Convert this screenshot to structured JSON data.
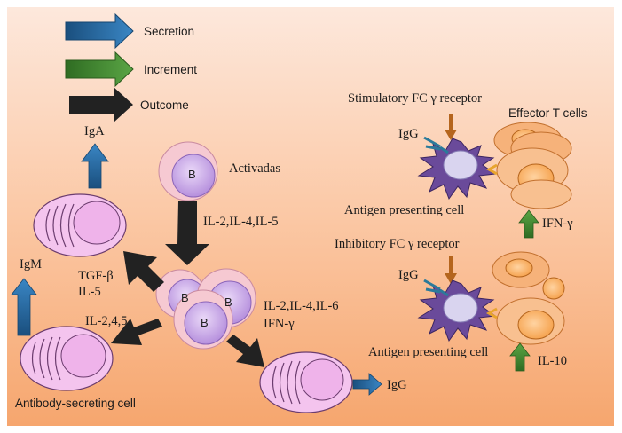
{
  "legend": {
    "secretion": "Secretion",
    "increment": "Increment",
    "outcome": "Outcome"
  },
  "labels": {
    "iga": "IgA",
    "igm": "IgM",
    "activadas": "Activadas",
    "il_245_top": "IL-2,IL-4,IL-5",
    "tgf_beta": "TGF-β",
    "il5": "IL-5",
    "il_2_4_5": "IL-2,4,5",
    "il_246": "IL-2,IL-4,IL-6",
    "ifn_gamma_center": "IFN-γ",
    "igg_bottom": "IgG",
    "antibody_secreting_cell": "Antibody-secreting cell",
    "b": "B"
  },
  "right_panel": {
    "stimulatory": "Stimulatory FC γ receptor",
    "effector_t_cells": "Effector T cells",
    "igg_top": "IgG",
    "apc_top": "Antigen presenting cell",
    "ifn_gamma_right": "IFN-γ",
    "inhibitory": "Inhibitory FC γ receptor",
    "igg_mid": "IgG",
    "apc_bottom": "Antigen presenting cell",
    "il10": "IL-10"
  },
  "colors": {
    "background_top": "#fce6d8",
    "background_bottom": "#f5a873",
    "secretion_arrow": "#1f5e96",
    "increment_arrow": "#3f8a2e",
    "outcome_arrow": "#222222",
    "b_cell_fill": "#c7a3e3",
    "plasma_cell_fill": "#f4c4ee",
    "t_cell_fill": "#f39a3c",
    "apc_fill": "#6a4a9a"
  }
}
